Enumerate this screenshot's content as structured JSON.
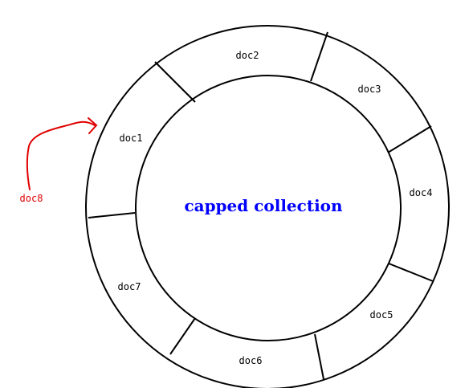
{
  "center_label": "capped collection",
  "segments": [
    {
      "label": "doc1"
    },
    {
      "label": "doc2"
    },
    {
      "label": "doc3"
    },
    {
      "label": "doc4"
    },
    {
      "label": "doc5"
    },
    {
      "label": "doc6"
    },
    {
      "label": "doc7"
    }
  ],
  "incoming": {
    "label": "doc8"
  },
  "colors": {
    "ring": "#000000",
    "center_text": "#0000ff",
    "incoming": "#e00000"
  }
}
